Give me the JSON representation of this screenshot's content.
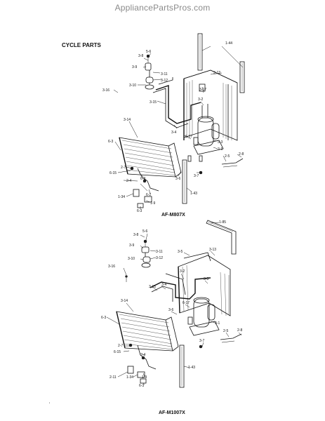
{
  "site": "AppliancePartsPros.com",
  "heading": "CYCLE PARTS",
  "models": {
    "top": "AF-M807X",
    "bottom": "AF-M1007X"
  },
  "corner_mark": "'",
  "labels_top": {
    "l_1_44": "1-44",
    "l_5_6": "5-6",
    "l_3_8": "3-8",
    "l_3_9": "3-9",
    "l_3_11": "3-11",
    "l_3_12": "3-12",
    "l_3_10": "3-10",
    "l_3_16": "3-16",
    "l_3_13": "3-13",
    "l_3_17": "3-17",
    "l_3_15": "3-15",
    "l_3_2": "3-2",
    "l_3_14": "3-14",
    "l_3_4": "3-4",
    "l_6_17": "6-17",
    "l_3_3": "3-3",
    "l_6_3a": "6-3",
    "l_3_1": "3-1",
    "l_2_8": "2-8",
    "l_2_5": "2-5",
    "l_2_7": "2-7",
    "l_3_6": "3-6",
    "l_6_15": "6-15",
    "l_3_7": "3-7",
    "l_2_4": "2-4",
    "l_6_3b": "6-3",
    "l_1_43": "1-43",
    "l_6_2": "6-2",
    "l_1_34": "1-34",
    "l_1_9": "1-9",
    "l_6_3c": "6-3"
  },
  "labels_bottom": {
    "l_1_85": "1-85",
    "l_5_6": "5-6",
    "l_3_8": "3-8",
    "l_3_9": "3-9",
    "l_3_5": "3-5",
    "l_3_11": "3-11",
    "l_3_10": "3-10",
    "l_3_12": "3-12",
    "l_3_13": "3-13",
    "l_3_16": "3-16",
    "l_3_2": "3-2",
    "l_3_3": "3-3",
    "l_3_4": "3-4",
    "l_3_15": "3-15",
    "l_3_14": "3-14",
    "l_6_17": "6-17",
    "l_3_6": "3-6",
    "l_6_3a": "6-3",
    "l_3_1": "3-1",
    "l_2_5": "2-5",
    "l_2_8": "2-8",
    "l_3_7": "3-7",
    "l_2_7": "2-7",
    "l_6_15": "6-15",
    "l_2_4": "2-4",
    "l_2_11": "2-11",
    "l_1_34": "1-34",
    "l_1_9": "1-9",
    "l_6_3b": "6-3",
    "l_1_43": "1-43"
  }
}
